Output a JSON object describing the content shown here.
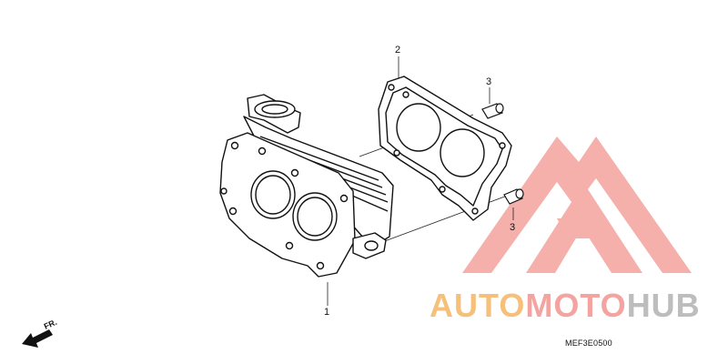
{
  "callouts": {
    "part1": "1",
    "part2": "2",
    "part3_top": "3",
    "part3_bottom": "3"
  },
  "front_indicator": "FR.",
  "diagram_code": "MEF3E0500",
  "watermark": {
    "part1": "AUTO",
    "part2": "MOTO",
    "part3": "HUB",
    "colors": {
      "triangle": "#f4a8a4",
      "auto": "#f6c07a",
      "moto": "#f3a4a0",
      "hub": "#bdbdbd"
    }
  }
}
